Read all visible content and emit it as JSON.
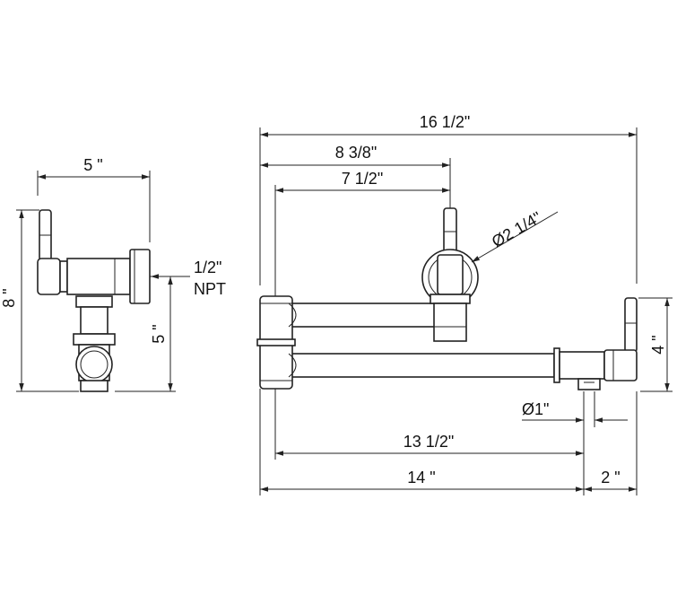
{
  "side_view": {
    "width_label": "5 \"",
    "height_label": "8 \"",
    "inlet_height_label": "5 \"",
    "connection_size": "1/2\"",
    "connection_type": "NPT"
  },
  "front_view": {
    "overall_length_label": "16 1/2\"",
    "to_handle_label": "8  3/8\"",
    "to_valve_label": "7  1/2\"",
    "valve_diameter_label": "Ø2  1/4\"",
    "base_height_label": "4 \"",
    "outlet_diameter_label": "Ø1\"",
    "reach_label": "13  1/2\"",
    "spout_length_label": "14 \"",
    "base_depth_label": "2 \""
  }
}
